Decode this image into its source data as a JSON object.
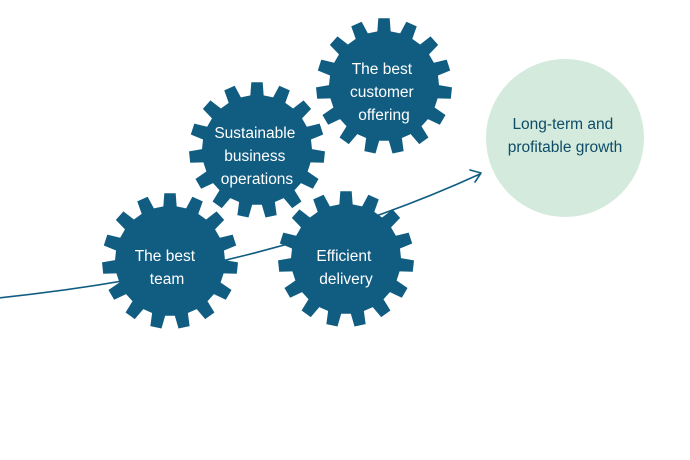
{
  "colors": {
    "gear": "#115d82",
    "goal_circle": "#d3eadc",
    "goal_text": "#0f4c68",
    "arrow": "#115d82"
  },
  "gears": [
    {
      "id": "best-team",
      "lines": [
        "The best",
        "team"
      ]
    },
    {
      "id": "sustainable-business-operations",
      "lines": [
        "Sustainable",
        "business",
        "operations"
      ]
    },
    {
      "id": "best-customer-offering",
      "lines": [
        "The best",
        "customer",
        "offering"
      ]
    },
    {
      "id": "efficient-delivery",
      "lines": [
        "Efficient",
        "delivery"
      ]
    }
  ],
  "goal": {
    "lines": [
      "Long-term and",
      "profitable growth"
    ]
  }
}
